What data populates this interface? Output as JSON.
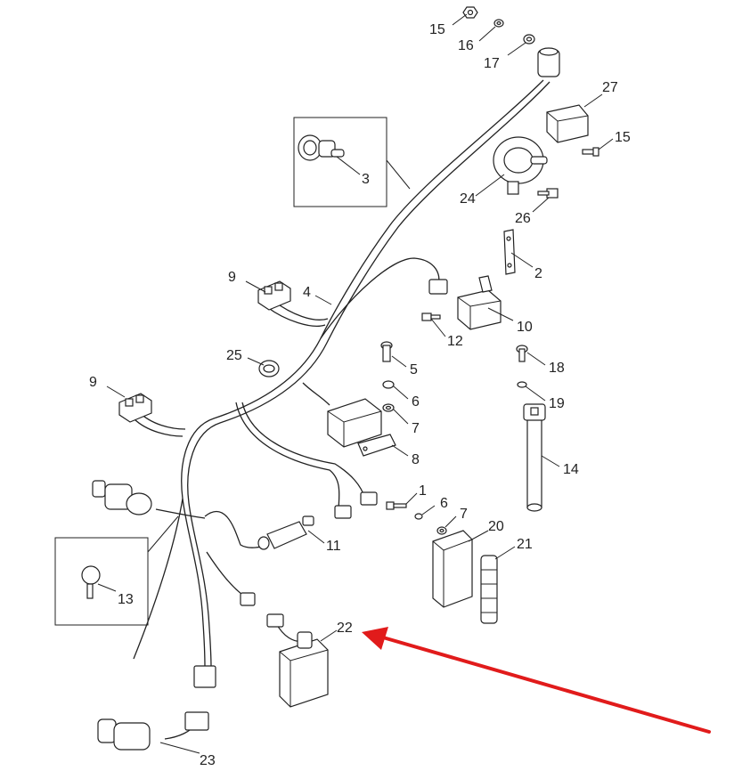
{
  "parts": [
    {
      "label": "1"
    },
    {
      "label": "2"
    },
    {
      "label": "3"
    },
    {
      "label": "4"
    },
    {
      "label": "5"
    },
    {
      "label": "6"
    },
    {
      "label": "6"
    },
    {
      "label": "7"
    },
    {
      "label": "7"
    },
    {
      "label": "8"
    },
    {
      "label": "9"
    },
    {
      "label": "9"
    },
    {
      "label": "10"
    },
    {
      "label": "11"
    },
    {
      "label": "12"
    },
    {
      "label": "13"
    },
    {
      "label": "14"
    },
    {
      "label": "15"
    },
    {
      "label": "15"
    },
    {
      "label": "16"
    },
    {
      "label": "17"
    },
    {
      "label": "18"
    },
    {
      "label": "19"
    },
    {
      "label": "20"
    },
    {
      "label": "21"
    },
    {
      "label": "22"
    },
    {
      "label": "23"
    },
    {
      "label": "24"
    },
    {
      "label": "25"
    },
    {
      "label": "26"
    },
    {
      "label": "27"
    }
  ],
  "highlight": {
    "target_label": "22",
    "arrow_color": "#e11b1b"
  },
  "colors": {
    "line": "#222222",
    "background": "#ffffff"
  }
}
